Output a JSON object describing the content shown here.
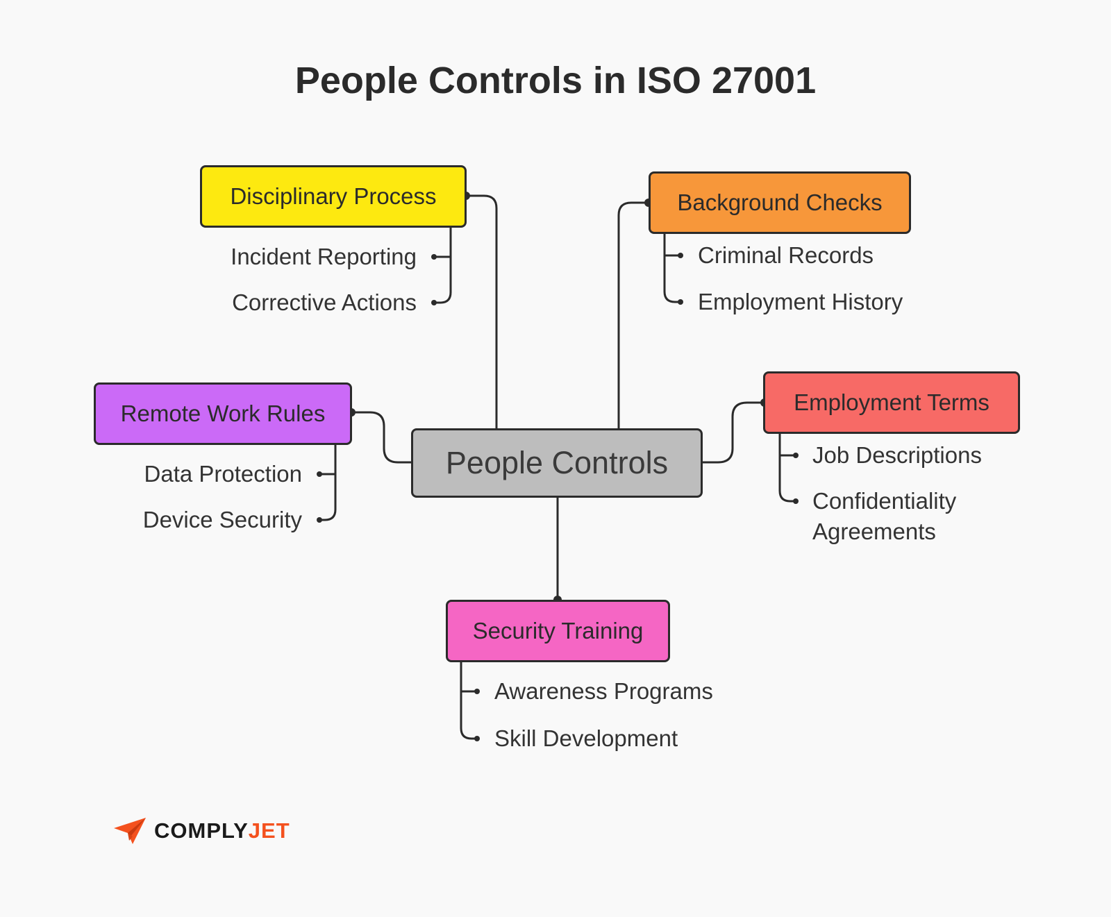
{
  "title": "People Controls in ISO 27001",
  "center": {
    "label": "People Controls",
    "color": "#bdbdbd"
  },
  "branches": [
    {
      "label": "Disciplinary Process",
      "color": "#fde910",
      "items": [
        "Incident Reporting",
        "Corrective Actions"
      ]
    },
    {
      "label": "Background Checks",
      "color": "#f7973a",
      "items": [
        "Criminal Records",
        "Employment History"
      ]
    },
    {
      "label": "Remote Work Rules",
      "color": "#cb6af7",
      "items": [
        "Data Protection",
        "Device Security"
      ]
    },
    {
      "label": "Employment Terms",
      "color": "#f76a66",
      "items": [
        "Job Descriptions",
        "Confidentiality Agreements"
      ]
    },
    {
      "label": "Security Training",
      "color": "#f566c4",
      "items": [
        "Awareness Programs",
        "Skill Development"
      ]
    }
  ],
  "logo": {
    "brand_part1": "COMPLY",
    "brand_part2": "JET",
    "icon": "paper-plane-icon",
    "accent_color": "#f4511e",
    "text_color": "#1a1a1a"
  },
  "line_color": "#2b2b2b"
}
